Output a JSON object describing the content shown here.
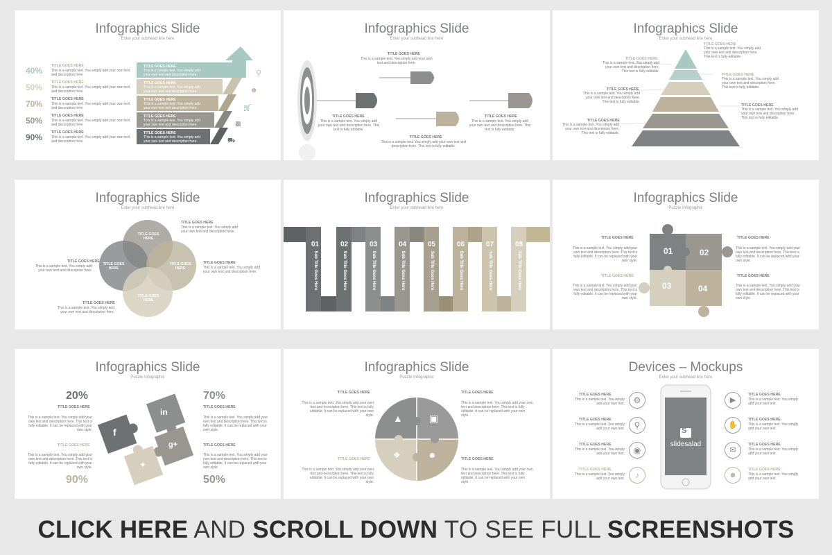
{
  "slides": [
    {
      "title": "Infographics Slide",
      "subtitle": "Enter your subhead line here",
      "percents": [
        "40%",
        "50%",
        "70%",
        "50%",
        "90%"
      ],
      "item_title": "TITLE GOES HERE",
      "item_text": "This is a sample text. You simply add your own text and description here.",
      "bar_text": "This is a sample text. You simply add your own text and description here."
    },
    {
      "title": "Infographics Slide",
      "subtitle": "Enter your subhead line here",
      "item_title": "TITLE GOES HERE",
      "item_text": "This is a sample text. You simply add your own text and description here.",
      "item_text_b": "This is a sample text. You simply add your own text and description here. This text is fully editable."
    },
    {
      "title": "Infographics Slide",
      "subtitle": "Enter your subhead line here",
      "item_title": "TITLE GOES HERE",
      "item_text": "This is a sample text. You simply add your own text and description here. This text is fully editable."
    },
    {
      "title": "Infographics Slide",
      "subtitle": "Enter your subhead line here",
      "circle_label": "TITLE GOES HERE",
      "item_title": "TITLE GOES HERE",
      "item_text": "This is a sample text. You simply add your own text and description here."
    },
    {
      "title": "Infographics Slide",
      "subtitle": "Enter your subhead line here",
      "numbers": [
        "01",
        "02",
        "03",
        "04",
        "05",
        "06",
        "07",
        "08"
      ],
      "ribbon_label": "Sub Title Goes Here"
    },
    {
      "title": "Infographics Slide",
      "subtitle": "Puzzle Infographic",
      "numbers": [
        "01",
        "02",
        "03",
        "04"
      ],
      "item_title": "TITLE GOES HERE",
      "item_text": "This is a sample text. You simply add your own text and description here. This text is fully editable. It can be replaced with your own style."
    },
    {
      "title": "Infographics Slide",
      "subtitle": "Puzzle Infographic",
      "percents": [
        "20%",
        "70%",
        "90%",
        "50%"
      ],
      "item_title": "TITLE GOES HERE",
      "item_text": "This is a sample text. You simply add your own text and description here. This text is fully editable. It can be replaced with your own style."
    },
    {
      "title": "Infographics Slide",
      "subtitle": "Puzzle Infographic",
      "item_title": "TITLE GOES HERE",
      "item_text": "This is a sample text. You simply add your own text and description here. This text is fully editable. It can be replaced with your own style."
    },
    {
      "title": "Devices – Mockups",
      "subtitle": "Enter your subhead line here",
      "item_title": "TITLE GOES HERE",
      "item_text": "This is a sample text. You simply add your own text.",
      "phone_logo": "slidesalad"
    }
  ],
  "footer": {
    "part1": "CLICK HERE",
    "part2": " AND ",
    "part3": "SCROLL DOWN",
    "part4": " TO SEE FULL ",
    "part5": "SCREENSHOTS"
  },
  "colors": {
    "dark": "#6d7172",
    "mid": "#9a9790",
    "tan": "#bdb39c",
    "light": "#d6cfbd",
    "mint": "#a8c9c1",
    "gray": "#8d8f8f"
  }
}
